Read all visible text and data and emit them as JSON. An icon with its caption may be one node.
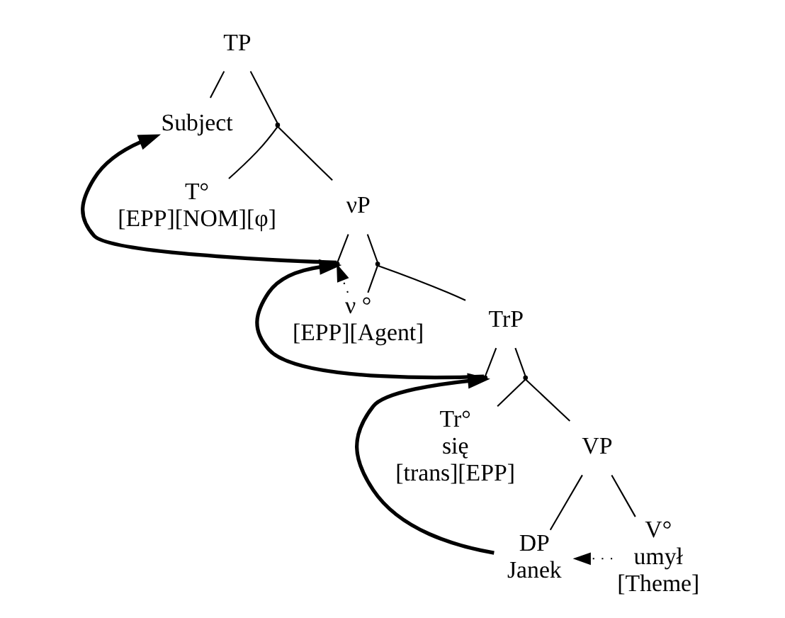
{
  "diagram": {
    "nodes": [
      {
        "text": [
          "TP"
        ]
      },
      {
        "text": [
          "Subject"
        ]
      },
      {
        "text": [],
        "shape": "point"
      },
      {
        "text": [
          "T°",
          "[EPP][NOM][φ]"
        ]
      },
      {
        "text": [
          "νP"
        ]
      },
      {
        "text": [],
        "shape": "point"
      },
      {
        "text": [],
        "shape": "point"
      },
      {
        "text": [
          "ν °",
          "[EPP][Agent]"
        ]
      },
      {
        "text": [
          "TrP"
        ]
      },
      {
        "text": [],
        "shape": "point"
      },
      {
        "text": [],
        "shape": "point"
      },
      {
        "text": [
          "Tr°",
          "się",
          "[trans][EPP]"
        ]
      },
      {
        "text": [
          "VP"
        ]
      },
      {
        "text": [
          "V°",
          "umył",
          "[Theme]"
        ]
      },
      {
        "text": [
          "DP",
          "Janek"
        ]
      }
    ],
    "edges": [
      {
        "from": 0,
        "to": 1,
        "arrow": "none"
      },
      {
        "from": 0,
        "to": 2,
        "arrow": "none"
      },
      {
        "from": 2,
        "to": 3,
        "arrow": "none"
      },
      {
        "from": 2,
        "to": 4,
        "arrow": "none"
      },
      {
        "from": 4,
        "to": 5,
        "arrow": "none"
      },
      {
        "from": 4,
        "to": 6,
        "arrow": "none"
      },
      {
        "from": 6,
        "to": 7,
        "arrow": "none"
      },
      {
        "from": 6,
        "to": 8,
        "arrow": "none"
      },
      {
        "from": 8,
        "to": 9,
        "arrow": "none"
      },
      {
        "from": 8,
        "to": 10,
        "arrow": "none"
      },
      {
        "from": 10,
        "to": 11,
        "arrow": "none"
      },
      {
        "from": 10,
        "to": 12,
        "arrow": "none"
      },
      {
        "from": 12,
        "to": 13,
        "arrow": "none"
      },
      {
        "from": 12,
        "to": 14,
        "arrow": "none"
      },
      {
        "from": 14,
        "to": 9,
        "arrow": "to",
        "style": "thick"
      },
      {
        "from": 9,
        "to": 5,
        "arrow": "to",
        "style": "thick"
      },
      {
        "from": 5,
        "to": 1,
        "arrow": "to",
        "style": "thick"
      },
      {
        "from": 7,
        "to": 5,
        "arrow": "to",
        "style": "dashed"
      },
      {
        "from": 13,
        "to": 14,
        "arrow": "to",
        "style": "dashed"
      }
    ]
  }
}
